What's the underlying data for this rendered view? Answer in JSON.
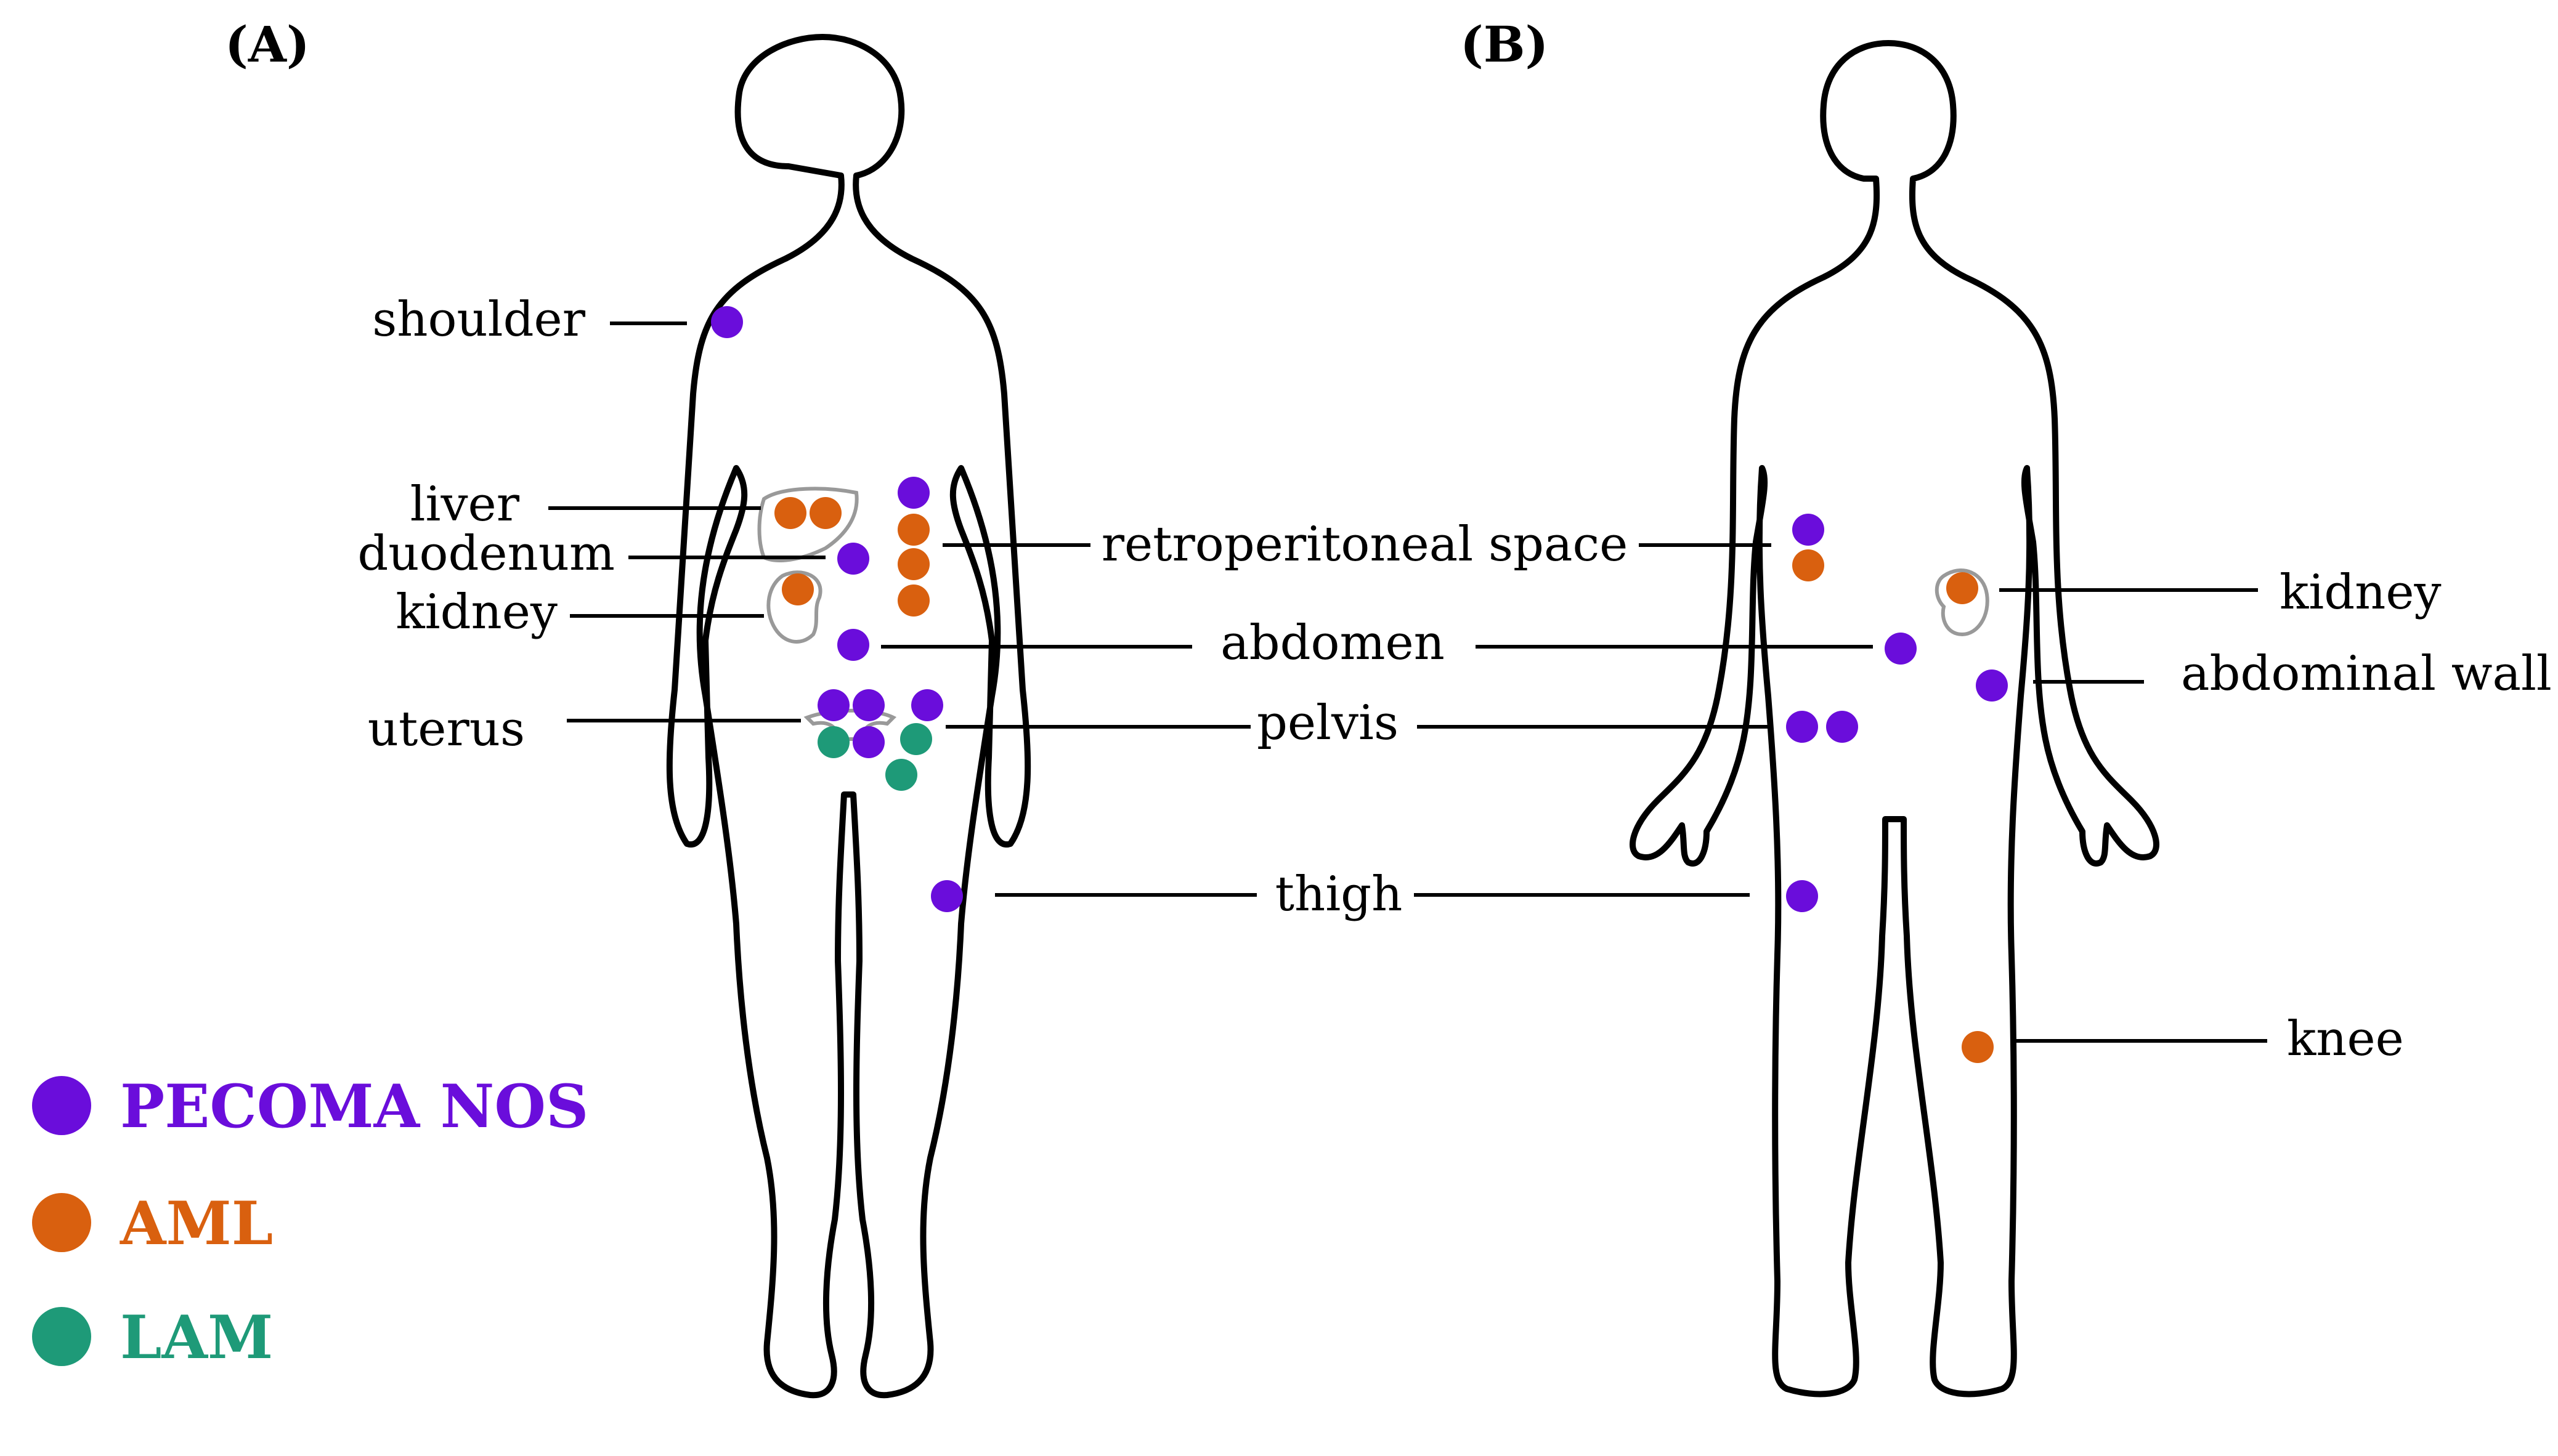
{
  "panels": {
    "a": "(A)",
    "b": "(B)"
  },
  "colors": {
    "pecoma": "#6A0DDB",
    "aml": "#D9600F",
    "lam": "#1E9A78"
  },
  "legend": [
    {
      "key": "pecoma",
      "label": "PECOMA NOS"
    },
    {
      "key": "aml",
      "label": "AML"
    },
    {
      "key": "lam",
      "label": "LAM"
    }
  ],
  "female_sites": {
    "shoulder": "shoulder",
    "liver": "liver",
    "duodenum": "duodenum",
    "kidney": "kidney",
    "uterus": "uterus",
    "retroperitoneal": "retroperitoneal space",
    "abdomen": "abdomen",
    "pelvis": "pelvis",
    "thigh": "thigh"
  },
  "male_sites": {
    "kidney": "kidney",
    "abdominal_wall": "abdominal wall",
    "knee": "knee"
  }
}
